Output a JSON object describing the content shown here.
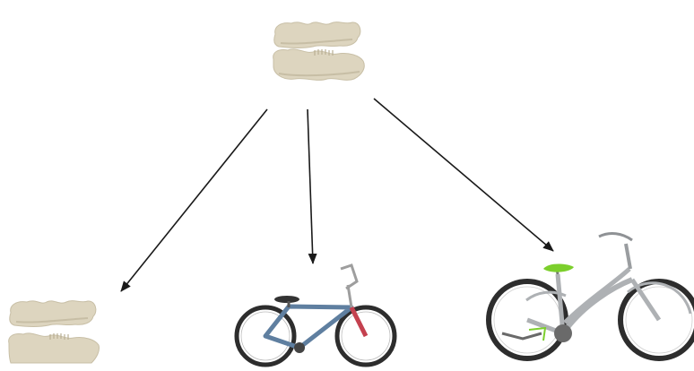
{
  "nodes": [
    {
      "id": "source",
      "label": "",
      "icon": "bike-grips-icon"
    },
    {
      "id": "target-grips",
      "label": "",
      "icon": "bike-grips-icon"
    },
    {
      "id": "target-bmx",
      "label": "",
      "icon": "bmx-bike-icon"
    },
    {
      "id": "target-cruiser",
      "label": "",
      "icon": "cruiser-bike-icon"
    }
  ],
  "edges": [
    {
      "from": "source",
      "to": "target-grips"
    },
    {
      "from": "source",
      "to": "target-bmx"
    },
    {
      "from": "source",
      "to": "target-cruiser"
    }
  ],
  "colors": {
    "background": "#ffffff",
    "arrow": "#1a1a1a",
    "grip_fill": "#ddd5bf",
    "grip_shadow": "#b9af94",
    "bmx_frame": "#5f7fa0",
    "bmx_fork": "#c4414f",
    "cruiser_frame": "#aeb1b4",
    "cruiser_saddle": "#7ccf2c",
    "tire": "#2d2d2d"
  }
}
